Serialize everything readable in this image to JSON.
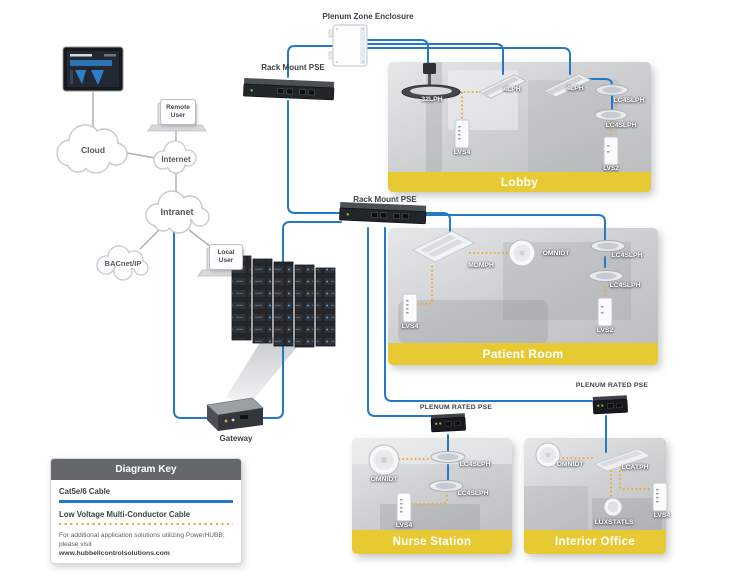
{
  "diagram": {
    "nodes": {
      "plenum_zone_enclosure": "Plenum Zone Enclosure",
      "rack_mount_pse_top": "Rack Mount PSE",
      "rack_mount_pse_mid": "Rack Mount PSE",
      "plenum_rated_pse_nurse": "PLENUM RATED PSE",
      "plenum_rated_pse_office": "PLENUM RATED PSE",
      "gateway": "Gateway",
      "cloud": "Cloud",
      "internet": "Internet",
      "intranet": "Intranet",
      "bacnet": "BACnet/IP",
      "remote_user": "Remote User",
      "local_user": "Local User"
    },
    "rooms": {
      "lobby": {
        "name": "Lobby",
        "devices": [
          "32LPH",
          "4LPH",
          "4LPH",
          "LC4SLPH",
          "LC4SLPH",
          "LVS4",
          "LVS2"
        ]
      },
      "patient": {
        "name": "Patient Room",
        "devices": [
          "MDMPH",
          "OMNIDT",
          "LC4SLPH",
          "LC4SLPH",
          "LVS4",
          "LVS2"
        ]
      },
      "nurse": {
        "name": "Nurse Station",
        "devices": [
          "OMNIDT",
          "LC4SLPH",
          "LC4SLPH",
          "LVS4"
        ]
      },
      "office": {
        "name": "Interior Office",
        "devices": [
          "OMNIDT",
          "LCATPH",
          "LUXSTATLS",
          "LVS4"
        ]
      }
    },
    "key": {
      "title": "Diagram Key",
      "items": [
        {
          "label": "Cat5e/6 Cable",
          "style": "solid",
          "color": "#2478c4"
        },
        {
          "label": "Low Voltage Multi-Conductor Cable",
          "style": "dotted",
          "color": "#f0a73c"
        }
      ],
      "note": "For additional application solutions utilizing PowerHUBB, please visit",
      "note_bold": "www.hubbellcontrolsolutions.com"
    },
    "colors": {
      "cat5_cable": "#2478c4",
      "low_voltage_cable": "#f0a73c",
      "room_banner": "#e7ca33"
    }
  }
}
